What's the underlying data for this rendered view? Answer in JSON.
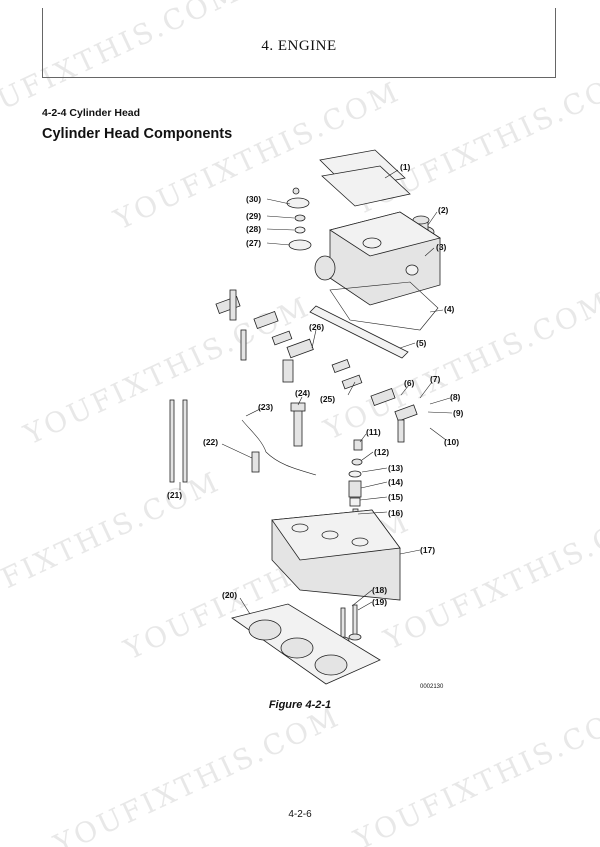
{
  "header": {
    "title": "4. ENGINE"
  },
  "section": {
    "number_title": "4-2-4  Cylinder Head",
    "heading": "Cylinder Head Components"
  },
  "figure": {
    "caption": "Figure 4-2-1",
    "code": "0002130",
    "callouts": [
      "(1)",
      "(2)",
      "(3)",
      "(4)",
      "(5)",
      "(6)",
      "(7)",
      "(8)",
      "(9)",
      "(10)",
      "(11)",
      "(12)",
      "(13)",
      "(14)",
      "(15)",
      "(16)",
      "(17)",
      "(18)",
      "(19)",
      "(20)",
      "(21)",
      "(22)",
      "(23)",
      "(24)",
      "(25)",
      "(26)",
      "(27)",
      "(28)",
      "(29)",
      "(30)"
    ]
  },
  "watermark": {
    "text": "YOUFIXTHIS.COM"
  },
  "footer": {
    "page_number": "4-2-6"
  }
}
